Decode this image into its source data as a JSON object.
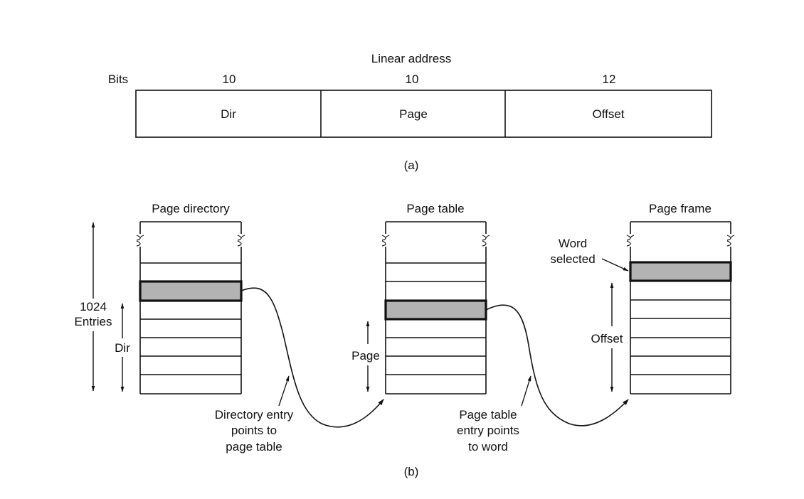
{
  "part_a": {
    "title": "Linear address",
    "bits_label": "Bits",
    "fields": [
      {
        "name": "Dir",
        "bits": "10"
      },
      {
        "name": "Page",
        "bits": "10"
      },
      {
        "name": "Offset",
        "bits": "12"
      }
    ],
    "caption": "(a)"
  },
  "part_b": {
    "page_directory": {
      "title": "Page directory",
      "entries_label_line1": "1024",
      "entries_label_line2": "Entries",
      "index_label": "Dir"
    },
    "page_table": {
      "title": "Page table",
      "index_label": "Page"
    },
    "page_frame": {
      "title": "Page frame",
      "word_label_line1": "Word",
      "word_label_line2": "selected",
      "index_label": "Offset"
    },
    "note_directory": [
      "Directory entry",
      "points to",
      "page table"
    ],
    "note_table": [
      "Page table",
      "entry points",
      "to word"
    ],
    "caption": "(b)"
  },
  "colors": {
    "line": "#111111",
    "highlight_fill": "#b3b3b3",
    "background": "#ffffff"
  }
}
